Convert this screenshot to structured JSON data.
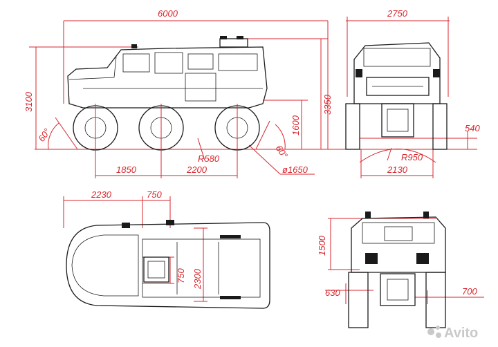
{
  "side_view": {
    "overall_length": "6000",
    "overall_height": "3100",
    "height_with_rack": "3350",
    "ground_clearance_height": "1600",
    "approach_angle": "60°",
    "departure_angle": "60°",
    "wheelbase_front": "1850",
    "wheelbase_rear": "2200",
    "turn_radius": "R580",
    "wheel_diameter": "ø1650"
  },
  "front_view": {
    "overall_width": "2750",
    "clearance": "540",
    "arc_radius": "R950",
    "track_width": "2130"
  },
  "top_view": {
    "length_to_cabin": "2230",
    "seat_width": "750",
    "seat_length": "750",
    "cargo_length": "2300"
  },
  "rear_view": {
    "door_height": "1500",
    "wheel_width_left": "630",
    "wheel_width_right": "700"
  },
  "watermark": "Avito"
}
